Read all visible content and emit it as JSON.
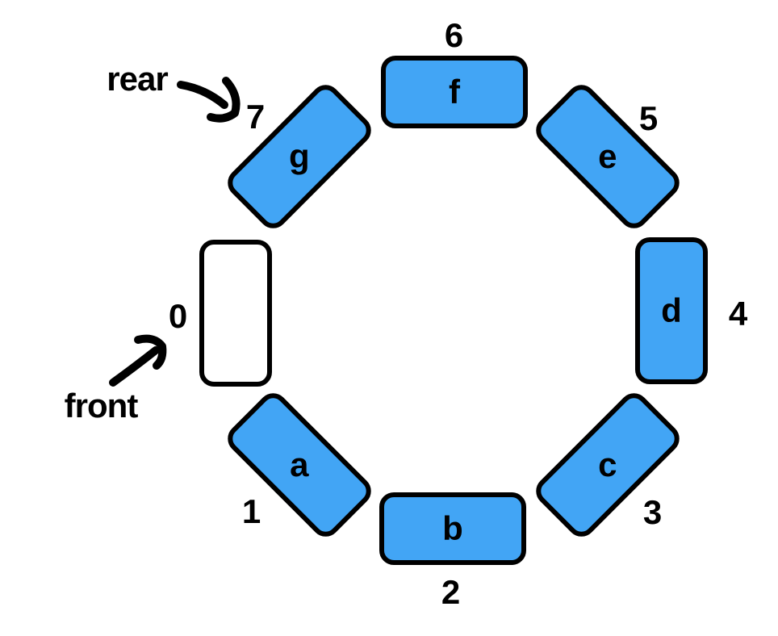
{
  "figure": {
    "type": "circular-queue-diagram",
    "pointers": {
      "rear": {
        "label": "rear",
        "points_to_index": "7"
      },
      "front": {
        "label": "front",
        "points_to_index": "0"
      }
    },
    "slots": [
      {
        "index": "0",
        "value": "",
        "state": "empty"
      },
      {
        "index": "1",
        "value": "a",
        "state": "filled"
      },
      {
        "index": "2",
        "value": "b",
        "state": "filled"
      },
      {
        "index": "3",
        "value": "c",
        "state": "filled"
      },
      {
        "index": "4",
        "value": "d",
        "state": "filled"
      },
      {
        "index": "5",
        "value": "e",
        "state": "filled"
      },
      {
        "index": "6",
        "value": "f",
        "state": "filled"
      },
      {
        "index": "7",
        "value": "g",
        "state": "filled"
      }
    ],
    "colors": {
      "filled_slot": "#42A5F5",
      "empty_slot": "#FFFFFF",
      "outline": "#000000",
      "label_text": "#000000",
      "background": "#FFFFFF"
    }
  }
}
